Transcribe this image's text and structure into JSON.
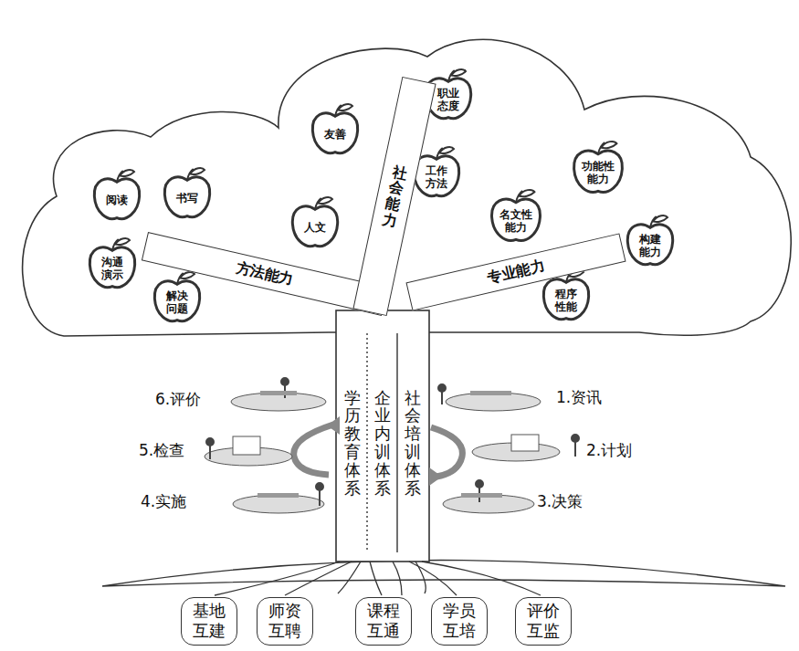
{
  "diagram": {
    "nodes": [
      {
        "text": [
          "阅读"
        ]
      },
      {
        "text": [
          "书写"
        ]
      },
      {
        "text": [
          "友善"
        ]
      },
      {
        "text": [
          "职业态度"
        ]
      },
      {
        "text": [
          "人文"
        ]
      },
      {
        "text": [
          "工作方法"
        ]
      },
      {
        "text": [
          "名文性能力"
        ]
      },
      {
        "text": [
          "功能性能力"
        ]
      },
      {
        "text": [
          "构建能力"
        ]
      },
      {
        "text": [
          "沟通演示"
        ]
      },
      {
        "text": [
          "解决问题"
        ]
      },
      {
        "text": [
          "程序性能"
        ]
      },
      {
        "text": [
          "方法能力"
        ]
      },
      {
        "text": [
          "社会能力"
        ]
      },
      {
        "text": [
          "专业能力"
        ]
      },
      {
        "text": [
          "学历教育体系"
        ]
      },
      {
        "text": [
          "企业内训体系"
        ]
      },
      {
        "text": [
          "社会培训体系"
        ]
      },
      {
        "text": [
          "基地互建"
        ]
      },
      {
        "text": [
          "师资互聘"
        ]
      },
      {
        "text": [
          "课程互通"
        ]
      },
      {
        "text": [
          "学员互培"
        ]
      },
      {
        "text": [
          "评价互监"
        ]
      }
    ],
    "labels": [
      "6.评价",
      "5.检查",
      "4.实施",
      "1.资讯",
      "2.计划",
      "3.决策"
    ]
  }
}
